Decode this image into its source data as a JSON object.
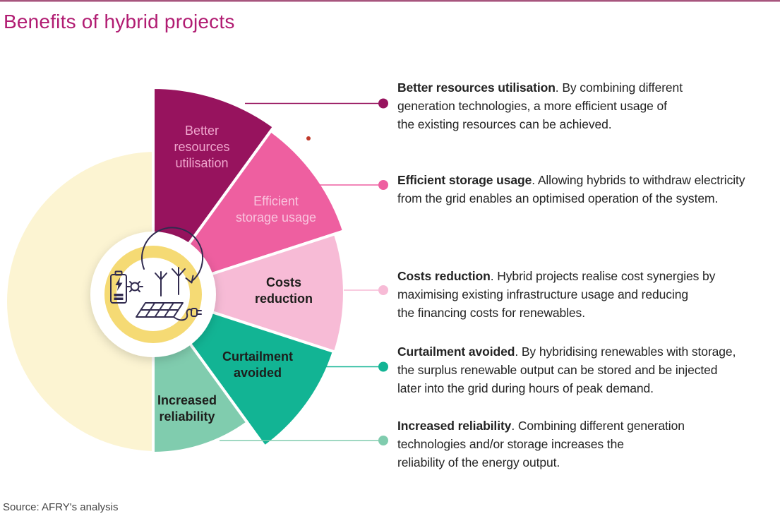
{
  "title": "Benefits of hybrid projects",
  "source": "Source: AFRY's analysis",
  "colors": {
    "accent_magenta": "#B11C72",
    "top_border": "#963B68",
    "body_text": "#232323",
    "stray_dot": "#C0392B"
  },
  "diagram": {
    "type": "fan-infographic",
    "background_circle_color": "#FCF4D2",
    "ring_color": "#F5DA74",
    "center_circle_color": "#FFFFFF",
    "icon_stroke_color": "#312B4F",
    "center_icon": "hybrid-energy-system-icon",
    "center_icon_parts": [
      "battery-icon",
      "sun-icon",
      "wind-turbines-icon",
      "solar-panel-icon",
      "cycle-arrow-icon",
      "plug-icon"
    ],
    "stray_dot_color": "#C0392B",
    "segments": [
      {
        "id": "better-resources-utilisation",
        "label": "Better\nresources\nutilisation",
        "color": "#97135E",
        "label_color": "#F0A6CE"
      },
      {
        "id": "efficient-storage-usage",
        "label": "Efficient\nstorage usage",
        "color": "#EE5FA0",
        "label_color": "#F9C4DE"
      },
      {
        "id": "costs-reduction",
        "label": "Costs\nreduction",
        "color": "#F7BBD6",
        "label_color": "#1D1D1B"
      },
      {
        "id": "curtailment-avoided",
        "label": "Curtailment\navoided",
        "color": "#12B494",
        "label_color": "#1D1D1B"
      },
      {
        "id": "increased-reliability",
        "label": "Increased\nreliability",
        "color": "#80CCAE",
        "label_color": "#1D1D1B"
      }
    ]
  },
  "descriptions": [
    {
      "lead": "Better resources utilisation",
      "rest": ". By combining different\ngeneration technologies, a more efficient usage of\nthe existing resources can be achieved."
    },
    {
      "lead": "Efficient storage usage",
      "rest": ". Allowing hybrids to withdraw electricity\nfrom the grid enables an optimised operation of the system."
    },
    {
      "lead": "Costs reduction",
      "rest": ". Hybrid projects realise cost synergies by\nmaximising existing infrastructure usage and reducing\nthe financing costs for renewables."
    },
    {
      "lead": "Curtailment avoided",
      "rest": ". By hybridising renewables with storage,\nthe surplus renewable output can be stored and be injected\nlater into the grid during hours of peak demand."
    },
    {
      "lead": "Increased reliability",
      "rest": ". Combining different generation\ntechnologies and/or storage increases the\nreliability of the energy output."
    }
  ]
}
